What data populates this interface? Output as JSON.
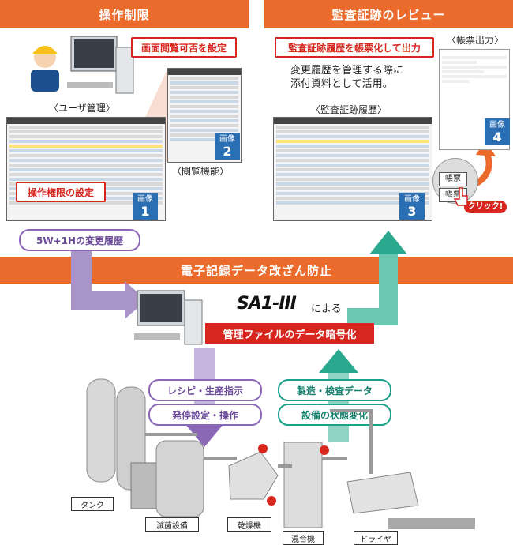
{
  "headers": {
    "access_control": "操作制限",
    "audit_review": "監査証跡のレビュー",
    "tamper_prevention": "電子記録データ改ざん防止"
  },
  "callouts": {
    "screen_view_setting": "画面閲覧可否を設定",
    "operation_permission": "操作権限の設定",
    "audit_form_output": "監査証跡履歴を帳票化して出力",
    "management_file_encryption": "管理ファイルのデータ暗号化"
  },
  "captions": {
    "user_management": "〈ユーザ管理〉",
    "view_function": "〈閲覧機能〉",
    "audit_history": "〈監査証跡履歴〉",
    "form_output": "〈帳票出力〉"
  },
  "description": {
    "line1": "変更履歴を管理する際に",
    "line2": "添付資料として活用。"
  },
  "badges": [
    {
      "label": "画像",
      "num": "1"
    },
    {
      "label": "画像",
      "num": "2"
    },
    {
      "label": "画像",
      "num": "3"
    },
    {
      "label": "画像",
      "num": "4"
    }
  ],
  "pills": {
    "change_history": "5W+1Hの変更履歴",
    "recipe": "レシピ・生産指示",
    "start_stop": "発停設定・操作",
    "production_data": "製造・検査データ",
    "equipment_state": "設備の状態変化"
  },
  "brand": {
    "logo": "SA1-III",
    "suffix": "による"
  },
  "button_labels": {
    "form": "帳票",
    "click": "クリック!"
  },
  "equipment": {
    "tank": "タンク",
    "sterilizer": "滅菌設備",
    "dryer_machine": "乾燥機",
    "mixer": "混合機",
    "dryer": "ドライヤ"
  },
  "colors": {
    "band": "#ea6b2c",
    "callout_red": "#d7261e",
    "badge_blue": "#2a6fb4",
    "arrow_purple": "#8b67b8",
    "arrow_teal": "#2aa98f"
  }
}
